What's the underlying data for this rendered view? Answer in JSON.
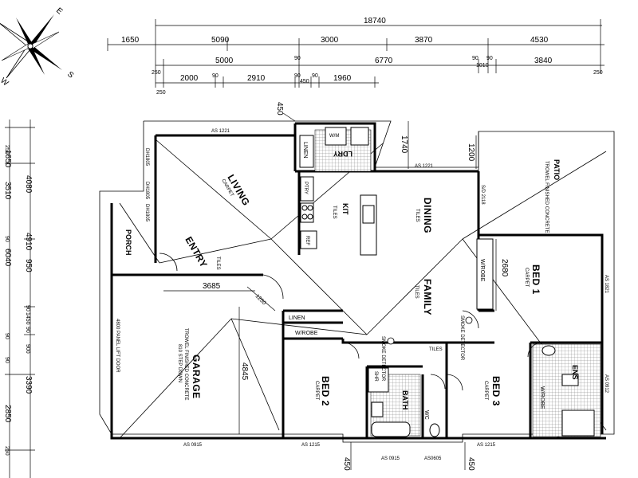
{
  "compass": {
    "e": "E",
    "w": "W",
    "s": "S"
  },
  "top_dims": {
    "overall": "18740",
    "row1": [
      "1650",
      "5090",
      "3000",
      "3870",
      "4530"
    ],
    "row2": [
      "5000",
      "90",
      "6770",
      "90",
      "90",
      "3840"
    ],
    "row2_ends": [
      "250",
      "1010",
      "250"
    ],
    "row3": [
      "2000",
      "90",
      "2910",
      "90",
      "450",
      "90",
      "1960"
    ],
    "row3_ends": [
      "250"
    ]
  },
  "left_dims": [
    "250",
    "1650",
    "4080",
    "3510",
    "90",
    "4910",
    "950",
    "6040",
    "90",
    "1450",
    "90",
    "90",
    "900",
    "3390",
    "90",
    "2850",
    "250"
  ],
  "rooms": {
    "living": "LIVING",
    "living_sub": "CARPET",
    "laundry": "LDRY",
    "linen1": "LINEN",
    "wm": "W/M",
    "kitchen": "KIT",
    "kitchen_sub": "TILES",
    "pantry": "PTRY",
    "fridge": "REF",
    "dining": "DINING",
    "dining_sub": "TILES",
    "patio": "PATIO",
    "patio_sub": "TROWEL FINISHED CONCRETE",
    "porch": "PORCH",
    "entry": "ENTRY",
    "entry_sub": "TILES",
    "family": "FAMILY",
    "family_sub": "TILES",
    "wrobe1": "W/ROBE",
    "bed1": "BED 1",
    "bed1_sub": "CARPET",
    "garage": "GARAGE",
    "garage_sub1": "TROWEL FINISHED CONCRETE",
    "garage_sub2": "810 STEP DOWN",
    "panel_door": "4800 PANEL LIFT DOOR",
    "linen2": "LINEN",
    "wrobe2": "W/ROBE",
    "bed2": "BED 2",
    "bed2_sub": "CARPET",
    "bath": "BATH",
    "wc": "WC",
    "shr": "SHR",
    "bed3": "BED 3",
    "bed3_sub": "CARPET",
    "ens": "ENS",
    "wrobe3": "W/ROBE",
    "tiles_hall": "TILES",
    "smoke1": "SMOKE DETECTOR",
    "smoke2": "SMOKE DETECTOR"
  },
  "window_labels": {
    "as1221a": "AS 1221",
    "as1221b": "AS 1221",
    "dh1805a": "DH1805",
    "dh1805b": "DH1805",
    "dh1805c": "DH1805",
    "sd2118": "S/D 2118",
    "as1821": "AS 1821",
    "as0912": "AS 0912",
    "as0915a": "AS 0915",
    "as1215a": "AS 1215",
    "as0915b": "AS 0915",
    "as0605": "AS0605",
    "as1215b": "AS 1215"
  },
  "inner_dims": {
    "d450top": "450",
    "d1740": "1740",
    "d1200": "1200",
    "d3685": "3685",
    "d1250": "1250",
    "d2680": "2680",
    "d4845": "4845",
    "d450b1": "450",
    "d450b2": "450"
  }
}
